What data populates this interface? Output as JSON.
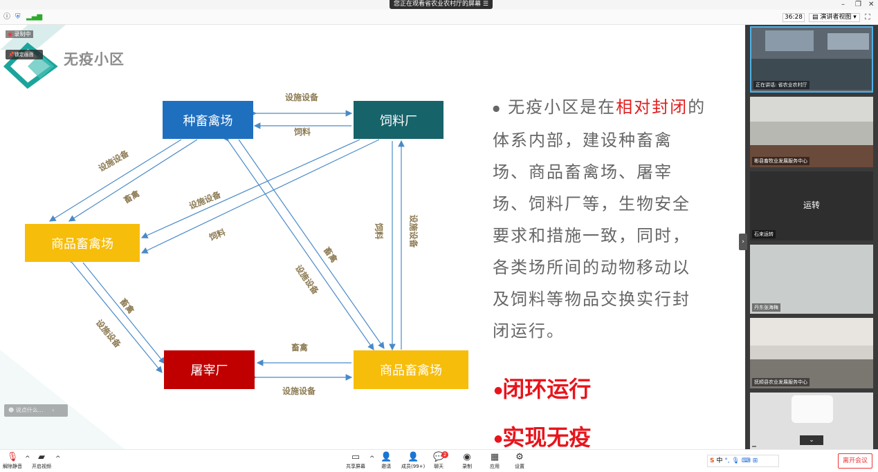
{
  "banner": {
    "text": "您正在观看省农业农村厅的屏幕"
  },
  "top": {
    "timer": "36:28",
    "view_mode": "演讲者视图"
  },
  "overlay": {
    "recording": "录制中",
    "pin": "锁定画面",
    "chat_placeholder": "说点什么..."
  },
  "slide": {
    "title": "无疫小区",
    "nodes": {
      "breeding": "种畜禽场",
      "feed": "饲料厂",
      "commercial1": "商品畜禽场",
      "slaughter": "屠宰厂",
      "commercial2": "商品畜禽场"
    },
    "edges": {
      "l1": "设施设备",
      "l2": "饲料",
      "l3": "设施设备",
      "l4": "畜禽",
      "l5": "设施设备",
      "l6": "饲料",
      "l7": "饲料",
      "l8": "设施设备",
      "l9": "畜禽",
      "l10": "设施设备",
      "l11": "畜禽",
      "l12": "设施设备",
      "l13": "畜禽",
      "l14": "设施设备"
    },
    "text_before": "无疫小区是在",
    "text_highlight": "相对封闭",
    "text_after": "的体系内部，建设种畜禽场、商品畜禽场、屠宰场、饲料厂等，生物安全要求和措施一致，同时，各类场所间的动物移动以及饲料等物品交换实行封闭运行。",
    "bullet2": "闭环运行",
    "bullet3": "实现无疫",
    "colors": {
      "blue": "#1f6fbf",
      "teal": "#17636a",
      "yellow": "#f7bd0b",
      "red": "#c00000",
      "arrow": "#4a8ac8"
    }
  },
  "participants": [
    {
      "label": "正在讲话: 省农业农村厅"
    },
    {
      "label": "彬县畜牧业发展服务中心"
    },
    {
      "name": "运转",
      "label": "石来运转"
    },
    {
      "label": "丹东张海梅"
    },
    {
      "label": "抚顺县农业发展服务中心"
    },
    {
      "label": ""
    }
  ],
  "bottombar": {
    "mute": "解除静音",
    "video": "开启视频",
    "share": "共享屏幕",
    "invite": "邀请",
    "members": "成员(99+)",
    "chat": "聊天",
    "chat_badge": "2",
    "record": "录制",
    "apps": "应用",
    "settings": "设置",
    "leave": "离开会议",
    "ime": "中"
  }
}
